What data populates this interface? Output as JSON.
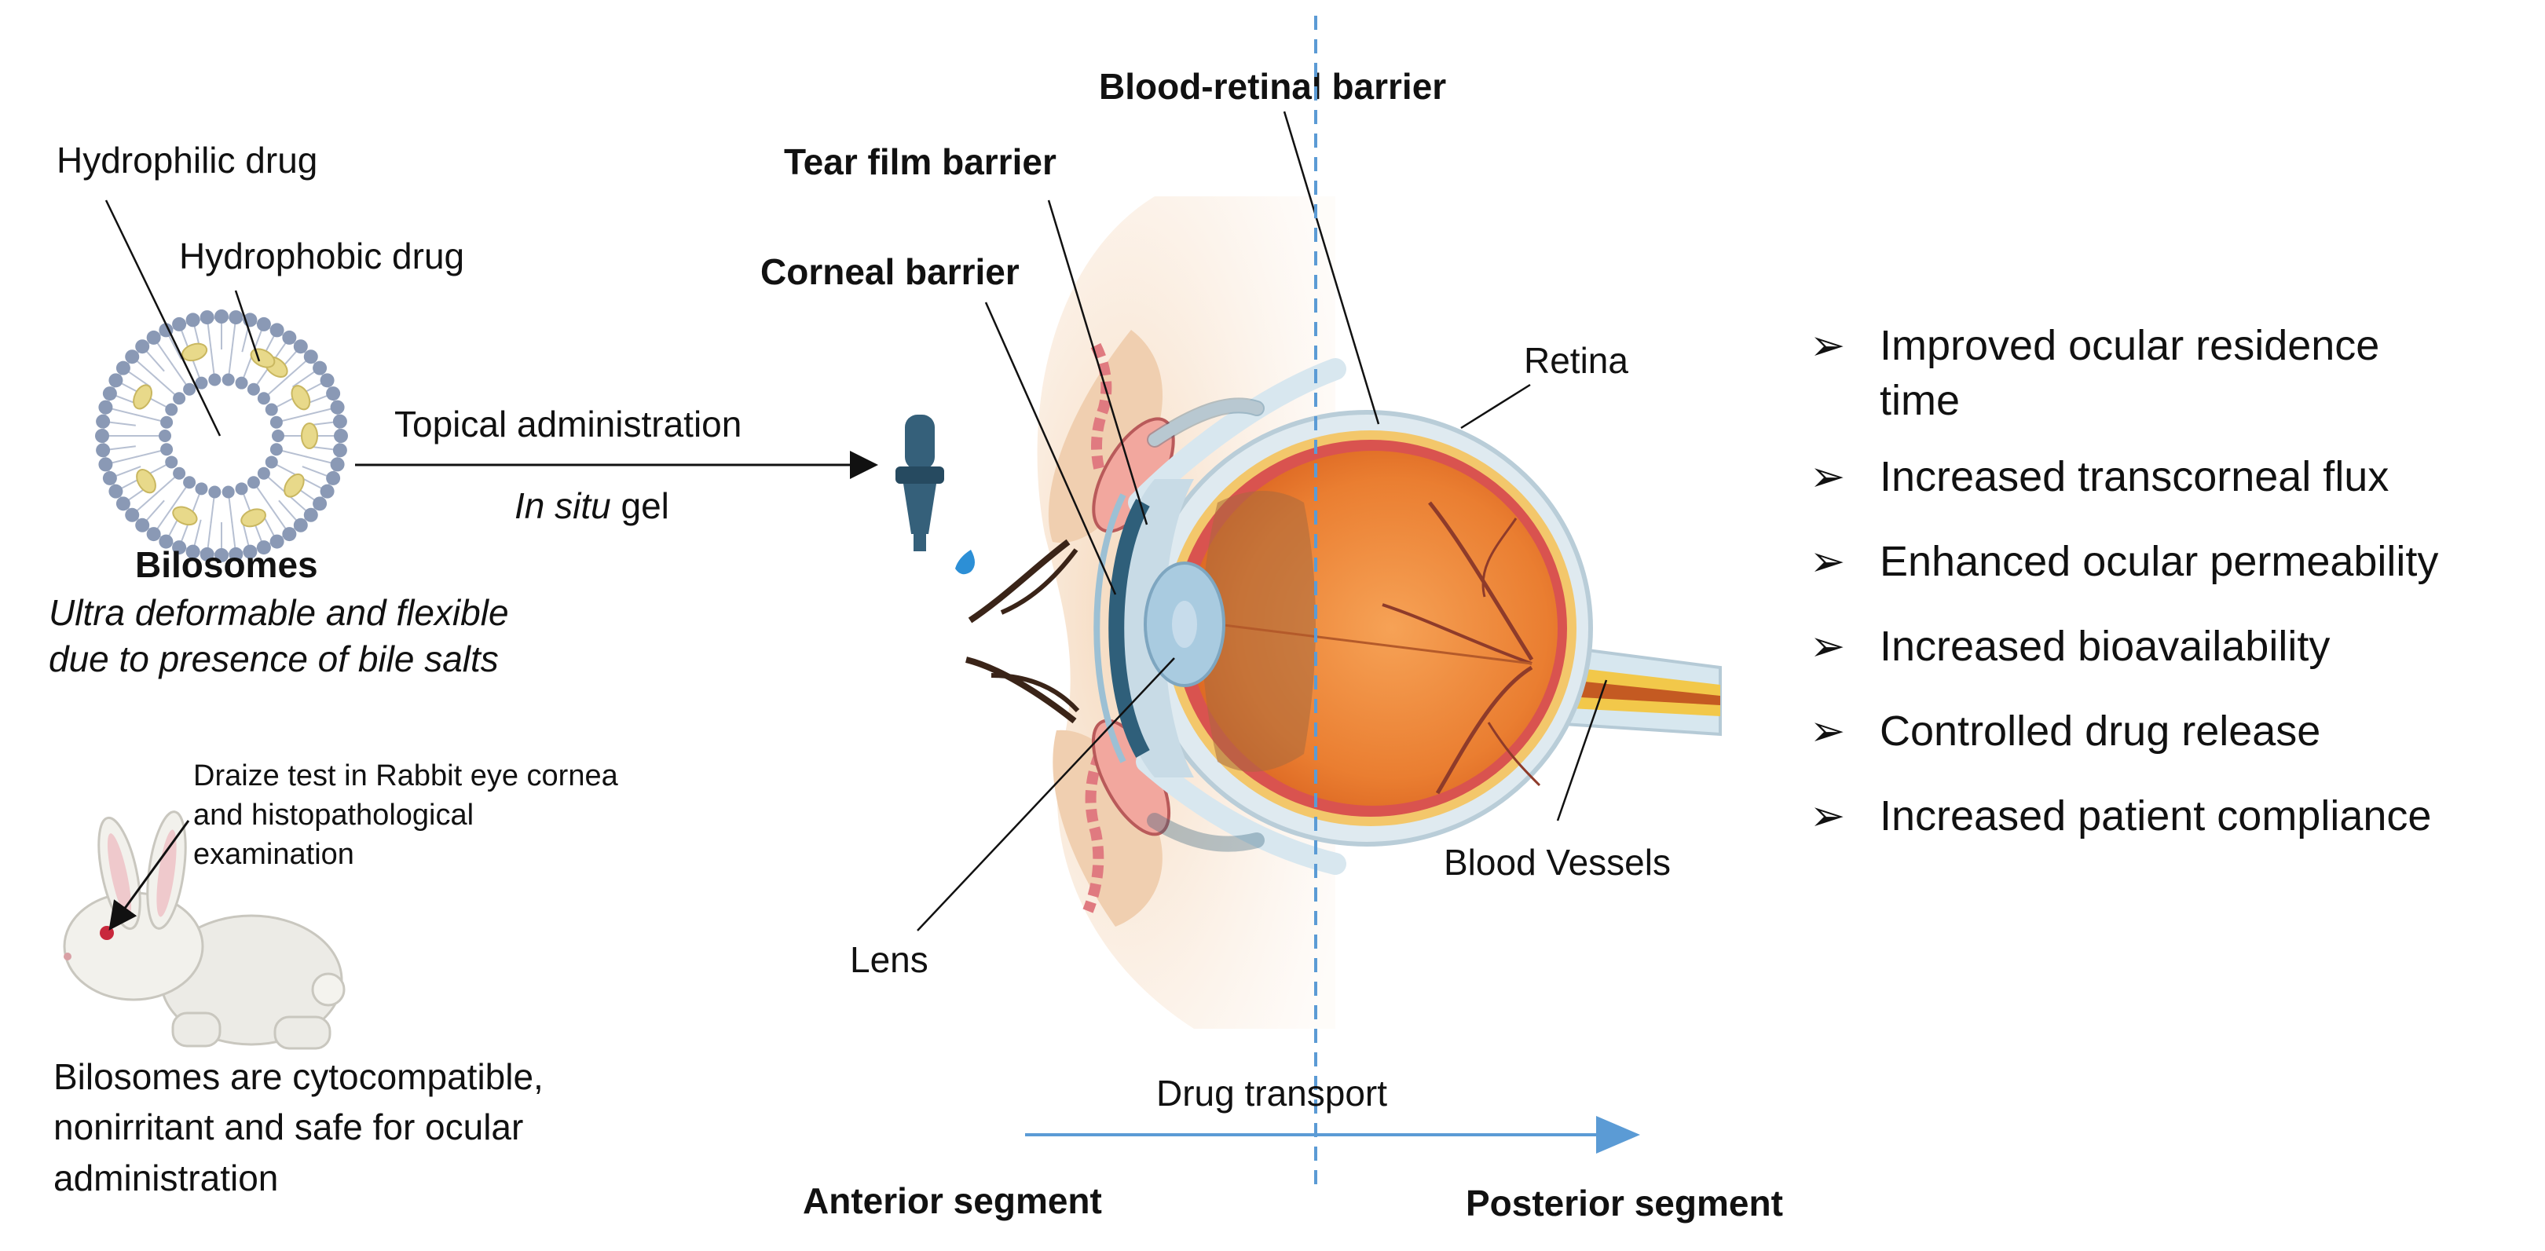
{
  "left_panel": {
    "hydrophilic_label": "Hydrophilic drug",
    "hydrophobic_label": "Hydrophobic drug",
    "bilosome_title": "Bilosomes",
    "bilosome_desc_line1": "Ultra deformable and flexible",
    "bilosome_desc_line2": "due to presence of bile salts",
    "route_label": "Topical administration",
    "formulation_italic": "In situ",
    "formulation_rest": " gel",
    "rabbit_note_line1": "Draize test in Rabbit eye cornea",
    "rabbit_note_line2": "and histopathological",
    "rabbit_note_line3": "examination",
    "safety_line1": "Bilosomes are cytocompatible,",
    "safety_line2": "nonirritant and safe for ocular",
    "safety_line3": "administration"
  },
  "eye": {
    "blood_retinal_barrier": "Blood-retinal  barrier",
    "tear_film_barrier": "Tear film barrier",
    "corneal_barrier": "Corneal barrier",
    "retina": "Retina",
    "lens": "Lens",
    "blood_vessels": "Blood Vessels",
    "drug_transport": "Drug transport",
    "anterior_segment": "Anterior segment",
    "posterior_segment": "Posterior segment"
  },
  "benefits": {
    "marker": "➢",
    "items": [
      {
        "line1": "Improved ocular residence",
        "line2": "time"
      },
      {
        "line1": "Increased transcorneal flux"
      },
      {
        "line1": "Enhanced ocular permeability"
      },
      {
        "line1": "Increased bioavailability"
      },
      {
        "line1": "Controlled drug release"
      },
      {
        "line1": "Increased patient compliance"
      }
    ]
  },
  "colors": {
    "sclera_orange": "#e8782e",
    "retina_red": "#d9534f",
    "cornea_blue": "#2f5f7a",
    "lipid_gray": "#8a99b5",
    "hydrophobic_yellow": "#e8d98a",
    "divider_blue": "#5b9bd5",
    "dropper": "#35607a",
    "skin": "#f3dcc4"
  }
}
